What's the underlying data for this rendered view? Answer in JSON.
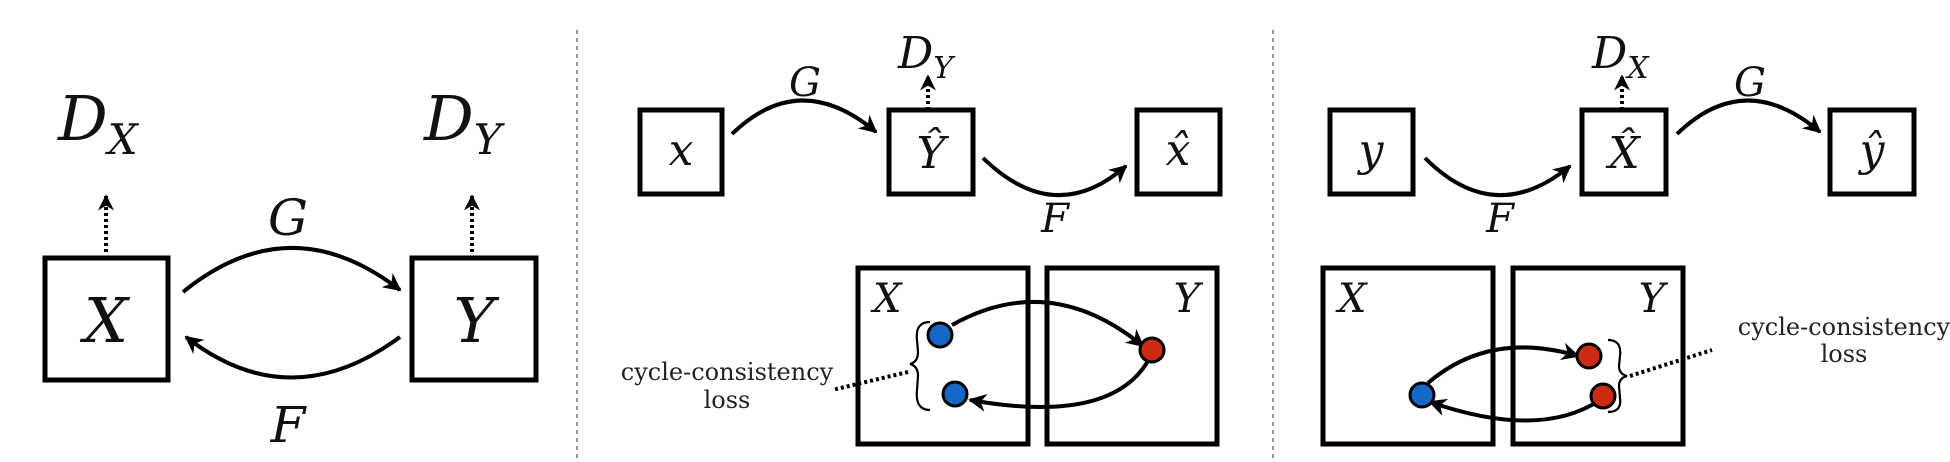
{
  "panel_a": {
    "dx": {
      "main": "D",
      "sub": "X"
    },
    "dy": {
      "main": "D",
      "sub": "Y"
    },
    "box_x": "X",
    "box_y": "Y",
    "g": "G",
    "f": "F"
  },
  "panel_b": {
    "box_x": "x",
    "box_yhat": "Ŷ",
    "box_xhat": "x̂",
    "g": "G",
    "f": "F",
    "dy": {
      "main": "D",
      "sub": "Y"
    },
    "domain_x": "X",
    "domain_y": "Y",
    "loss_line1": "cycle-consistency",
    "loss_line2": "loss"
  },
  "panel_c": {
    "box_y": "y",
    "box_xhat": "X̂",
    "box_yhat": "ŷ",
    "g": "G",
    "f": "F",
    "dx": {
      "main": "D",
      "sub": "X"
    },
    "domain_x": "X",
    "domain_y": "Y",
    "loss_line1": "cycle-consistency",
    "loss_line2": "loss"
  },
  "colors": {
    "blue_point": "#1668c8",
    "red_point": "#cc2a12"
  }
}
